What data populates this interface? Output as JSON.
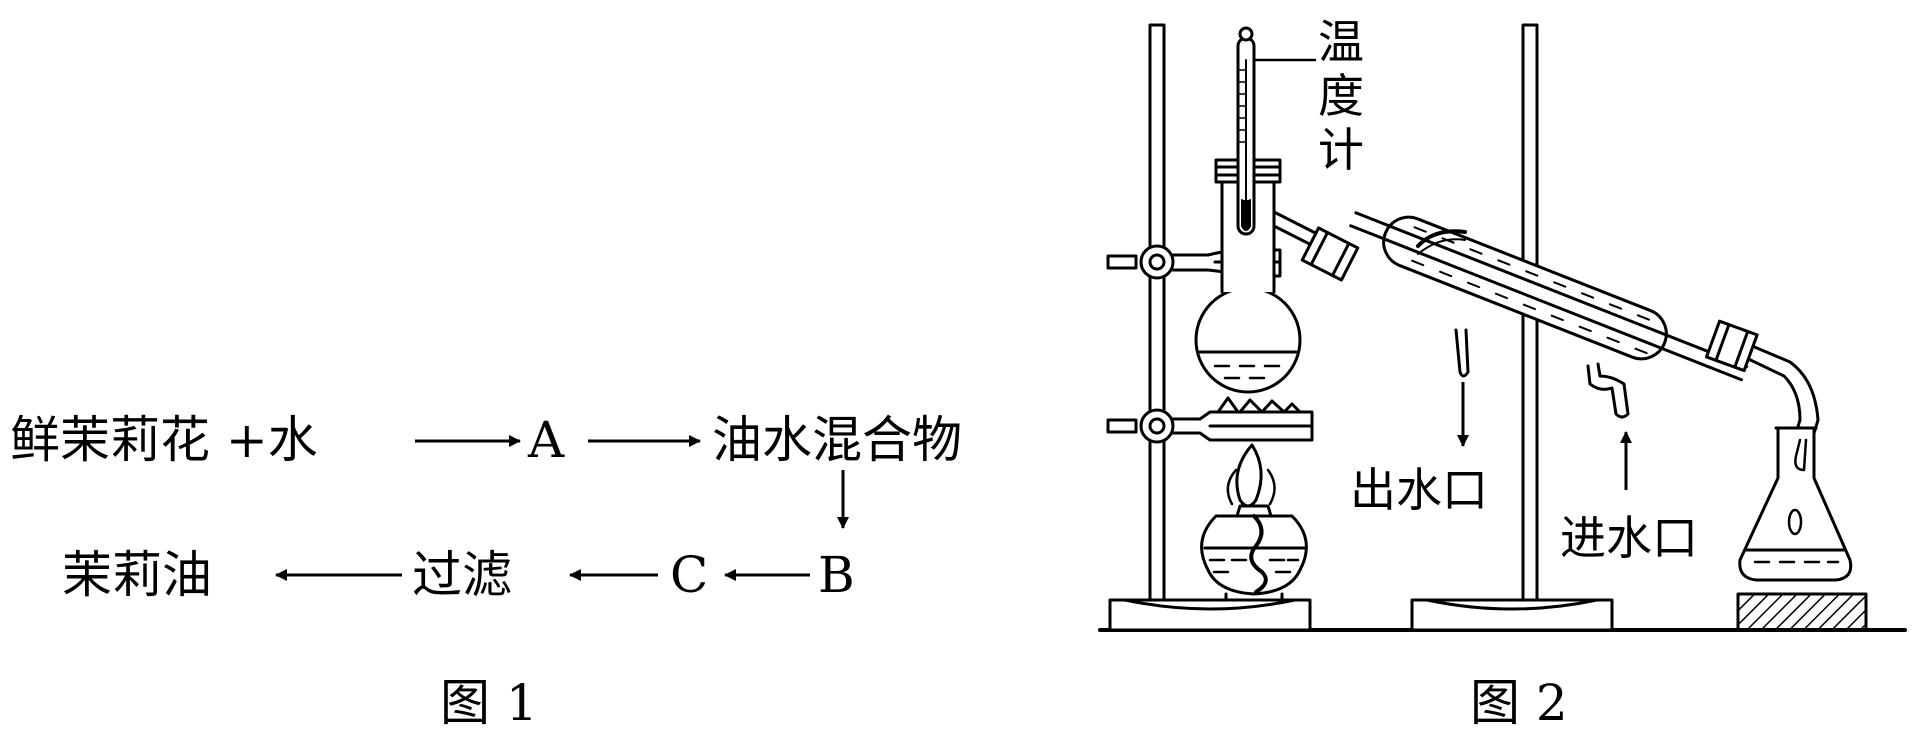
{
  "figure1": {
    "caption": "图 1",
    "row1": {
      "start": "鲜茉莉花 +水",
      "a": "A",
      "mix": "油水混合物"
    },
    "row2": {
      "b": "B",
      "c": "C",
      "filter": "过滤",
      "end": "茉莉油"
    }
  },
  "figure2": {
    "caption": "图 2",
    "thermometer_label": [
      "温",
      "度",
      "计"
    ],
    "water_out_label": "出水口",
    "water_in_label": "进水口"
  }
}
